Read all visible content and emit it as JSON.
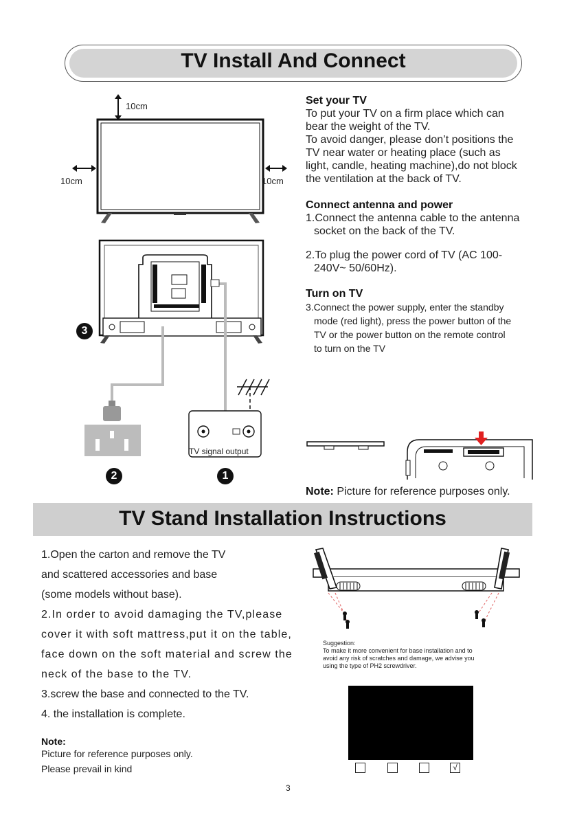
{
  "page_title": "TV Install And Connect",
  "diagram_labels": {
    "top_gap": "10cm",
    "left_gap": "10cm",
    "right_gap": "10cm",
    "tv_signal_output": "TV signal output",
    "step3": "3",
    "step2": "2",
    "step1": "1"
  },
  "set_tv": {
    "heading": "Set your TV",
    "lines": [
      "To put your TV on a firm place which can",
      "bear the weight of the TV.",
      "To avoid danger, please don’t  positions the",
      "TV near water or heating place (such as",
      "light, candle, heating machine),do not block",
      "the ventilation at the back of TV."
    ]
  },
  "connect": {
    "heading": "Connect antenna and power",
    "item1_a": "1.Connect the antenna cable to the antenna",
    "item1_b": "socket on the back of the TV.",
    "item2_a": "2.To plug the power cord of TV (AC 100-",
    "item2_b": "240V~ 50/60Hz)."
  },
  "turn_on": {
    "heading": "Turn on TV",
    "lines": [
      "3.Connect the power supply, enter the standby",
      "mode (red light), press the power button of the",
      "TV or the power button on the remote control",
      "to turn on the TV"
    ]
  },
  "note_top": {
    "label": "Note:",
    "text": "Picture for reference purposes only."
  },
  "section_title": "TV Stand Installation Instructions",
  "stand_steps": [
    "1.Open the carton and remove the TV",
    "and scattered accessories and base",
    "(some models without base).",
    "2.In order to avoid damaging the TV,please",
    "cover it with soft mattress,put it on the table,",
    "face down on the soft material and screw the",
    "neck of the base to the TV.",
    "3.screw the base and connected to the TV.",
    "4. the installation is complete."
  ],
  "suggestion": {
    "label": "Suggestion:",
    "lines": [
      "To make it more convenient for base installation and to",
      "avoid any risk of scratches and damage, we advise you",
      "using the type of PH2 screwdriver."
    ]
  },
  "note_bottom": {
    "label": "Note:",
    "line1": "Picture for reference purposes only.",
    "line2": "Please prevail in kind"
  },
  "checkboxes": [
    "",
    "",
    "",
    "√"
  ],
  "page_number": "3"
}
